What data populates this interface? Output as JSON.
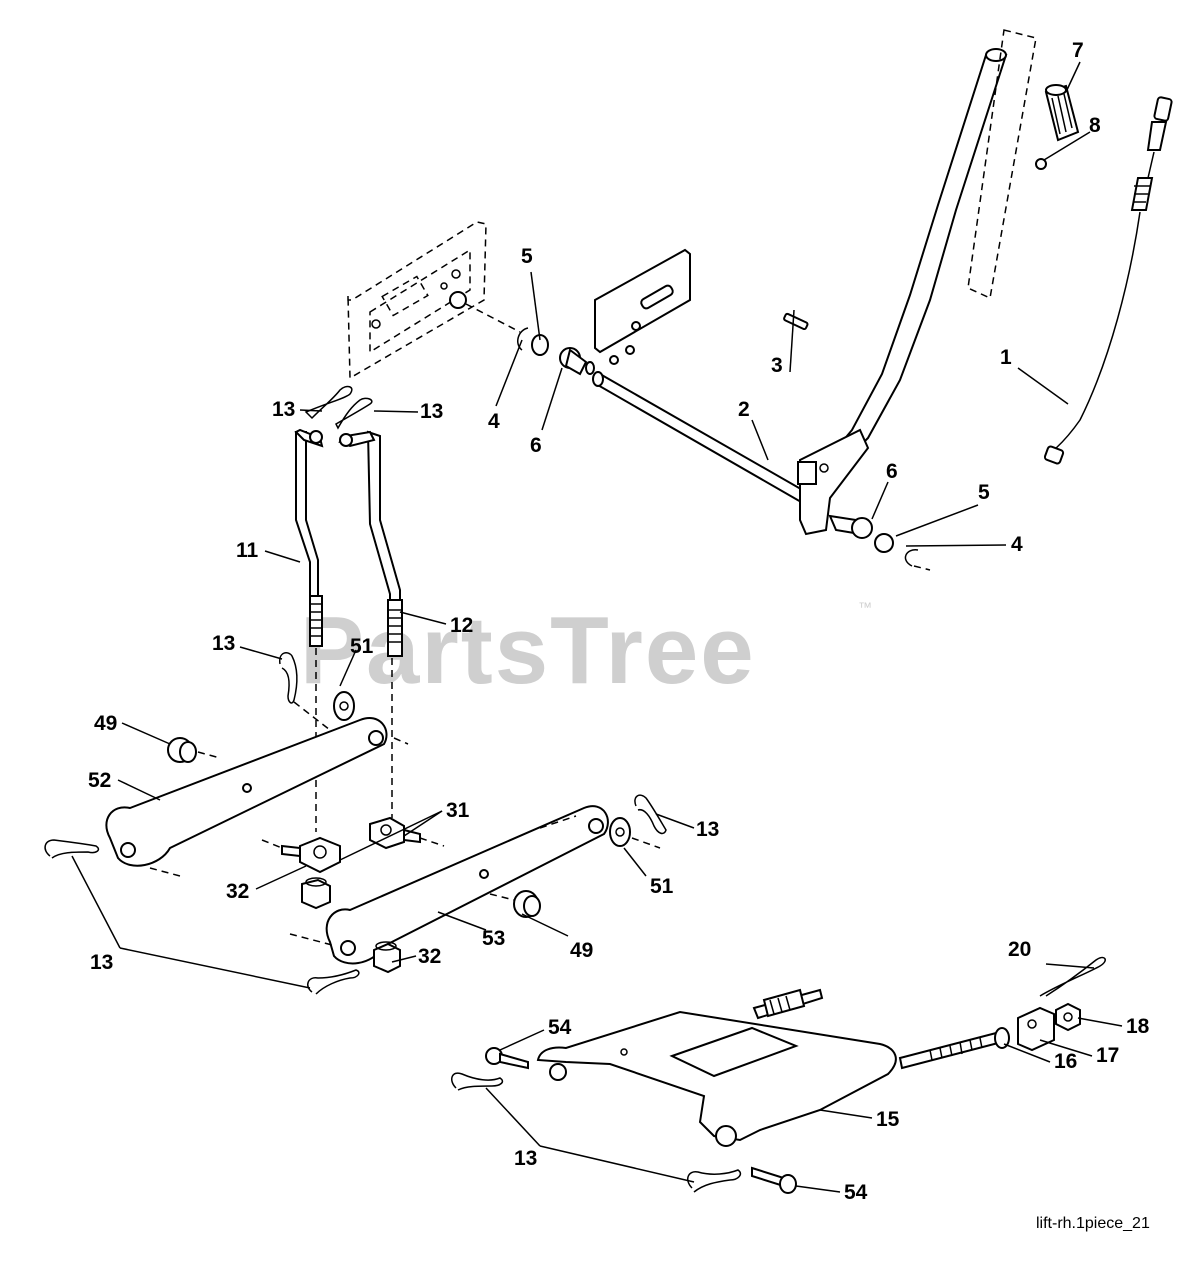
{
  "diagram": {
    "watermark": "PartsTree",
    "trademark": "™",
    "reference": "lift-rh.1piece_21",
    "callouts": [
      {
        "id": "c-1",
        "text": "1"
      },
      {
        "id": "c-2",
        "text": "2"
      },
      {
        "id": "c-3",
        "text": "3"
      },
      {
        "id": "c-4a",
        "text": "4"
      },
      {
        "id": "c-4b",
        "text": "4"
      },
      {
        "id": "c-5a",
        "text": "5"
      },
      {
        "id": "c-5b",
        "text": "5"
      },
      {
        "id": "c-6a",
        "text": "6"
      },
      {
        "id": "c-6b",
        "text": "6"
      },
      {
        "id": "c-7",
        "text": "7"
      },
      {
        "id": "c-8",
        "text": "8"
      },
      {
        "id": "c-11",
        "text": "11"
      },
      {
        "id": "c-12",
        "text": "12"
      },
      {
        "id": "c-13a",
        "text": "13"
      },
      {
        "id": "c-13b",
        "text": "13"
      },
      {
        "id": "c-13c",
        "text": "13"
      },
      {
        "id": "c-13d",
        "text": "13"
      },
      {
        "id": "c-13e",
        "text": "13"
      },
      {
        "id": "c-13f",
        "text": "13"
      },
      {
        "id": "c-15",
        "text": "15"
      },
      {
        "id": "c-16",
        "text": "16"
      },
      {
        "id": "c-17",
        "text": "17"
      },
      {
        "id": "c-18",
        "text": "18"
      },
      {
        "id": "c-20",
        "text": "20"
      },
      {
        "id": "c-31",
        "text": "31"
      },
      {
        "id": "c-32a",
        "text": "32"
      },
      {
        "id": "c-32b",
        "text": "32"
      },
      {
        "id": "c-49a",
        "text": "49"
      },
      {
        "id": "c-49b",
        "text": "49"
      },
      {
        "id": "c-51a",
        "text": "51"
      },
      {
        "id": "c-51b",
        "text": "51"
      },
      {
        "id": "c-52",
        "text": "52"
      },
      {
        "id": "c-53",
        "text": "53"
      },
      {
        "id": "c-54a",
        "text": "54"
      },
      {
        "id": "c-54b",
        "text": "54"
      }
    ]
  }
}
